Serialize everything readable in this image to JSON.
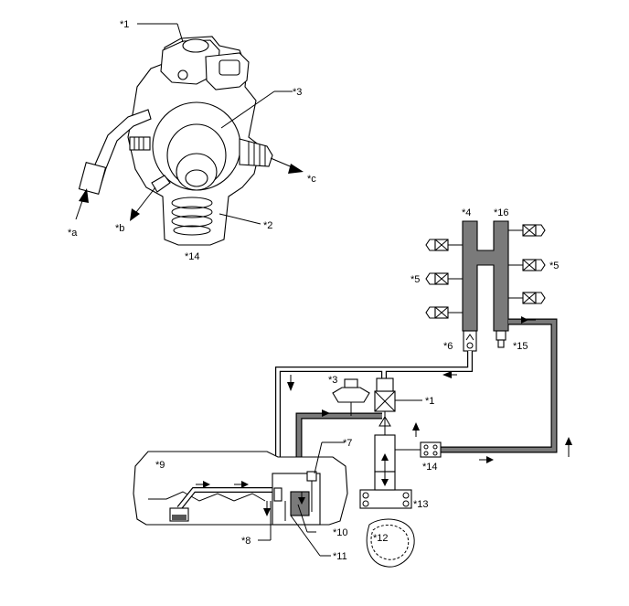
{
  "labels": {
    "p1": "*1",
    "p2": "*2",
    "p3": "*3",
    "p14": "*14",
    "pa": "*a",
    "pb": "*b",
    "pc": "*c",
    "s4": "*4",
    "s16": "*16",
    "s5l": "*5",
    "s5r": "*5",
    "s6": "*6",
    "s15": "*15",
    "s3": "*3",
    "s1": "*1",
    "s7": "*7",
    "s9": "*9",
    "s14": "*14",
    "s13": "*13",
    "s12": "*12",
    "s8": "*8",
    "s10": "*10",
    "s11": "*11"
  }
}
